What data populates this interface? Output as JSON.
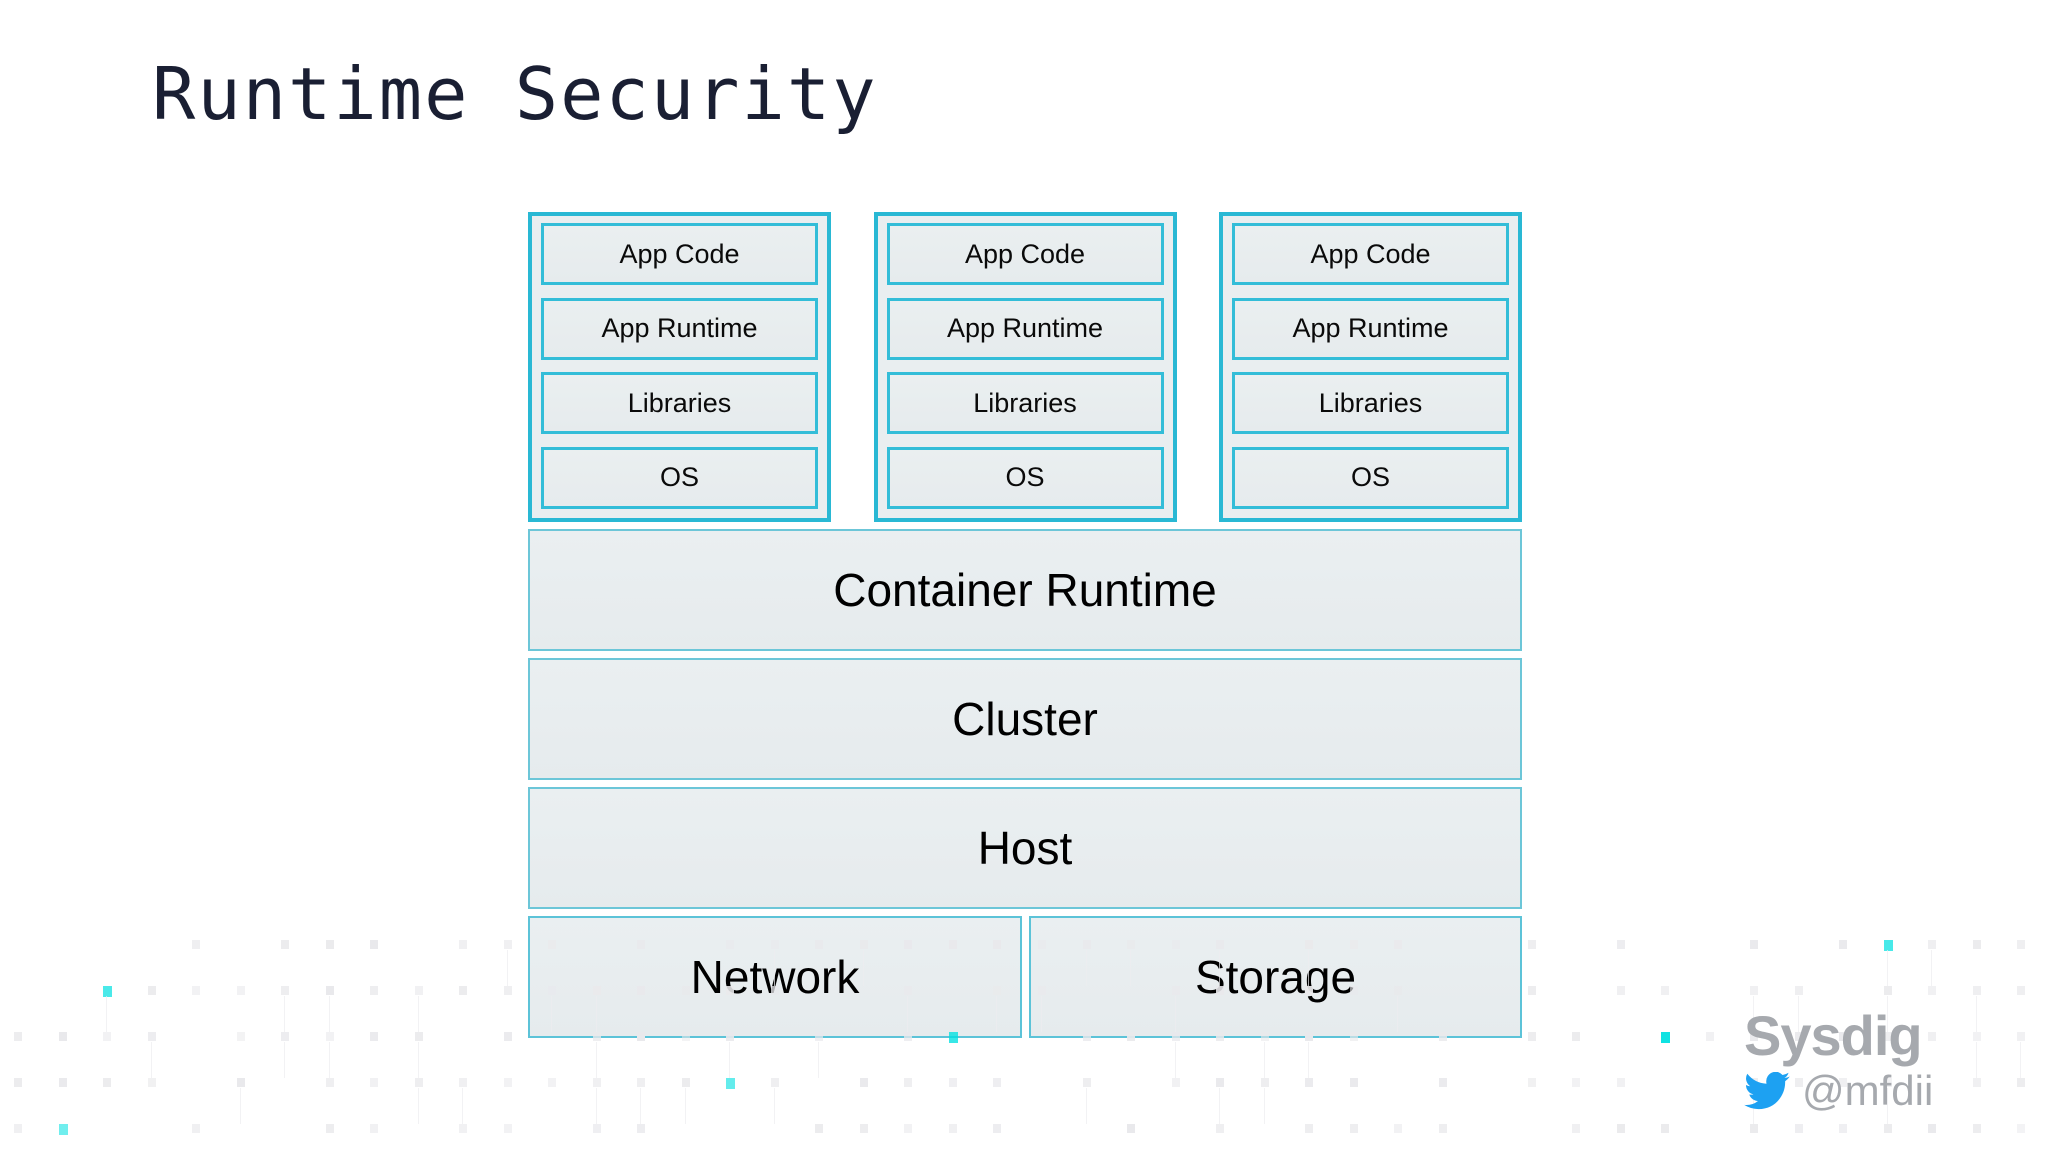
{
  "slide": {
    "title": "Runtime Security",
    "background_color": "#ffffff",
    "title_color": "#1a1f33",
    "accent_color": "#29b8d4",
    "box_fill_color": "#e9eef0",
    "dot_accent_color": "#00e0e0"
  },
  "diagram": {
    "containers": [
      {
        "name": "container-1",
        "layers": [
          {
            "label": "App Code"
          },
          {
            "label": "App Runtime"
          },
          {
            "label": "Libraries"
          },
          {
            "label": "OS"
          }
        ]
      },
      {
        "name": "container-2",
        "layers": [
          {
            "label": "App Code"
          },
          {
            "label": "App Runtime"
          },
          {
            "label": "Libraries"
          },
          {
            "label": "OS"
          }
        ]
      },
      {
        "name": "container-3",
        "layers": [
          {
            "label": "App Code"
          },
          {
            "label": "App Runtime"
          },
          {
            "label": "Libraries"
          },
          {
            "label": "OS"
          }
        ]
      }
    ],
    "bars": {
      "container_runtime": "Container Runtime",
      "cluster": "Cluster",
      "host": "Host",
      "network": "Network",
      "storage": "Storage"
    }
  },
  "branding": {
    "name": "Sysdig",
    "handle": "@mfdii",
    "twitter_icon": "twitter-bird-icon",
    "twitter_icon_color": "#1da1f2",
    "text_color": "#a6a9ae"
  }
}
